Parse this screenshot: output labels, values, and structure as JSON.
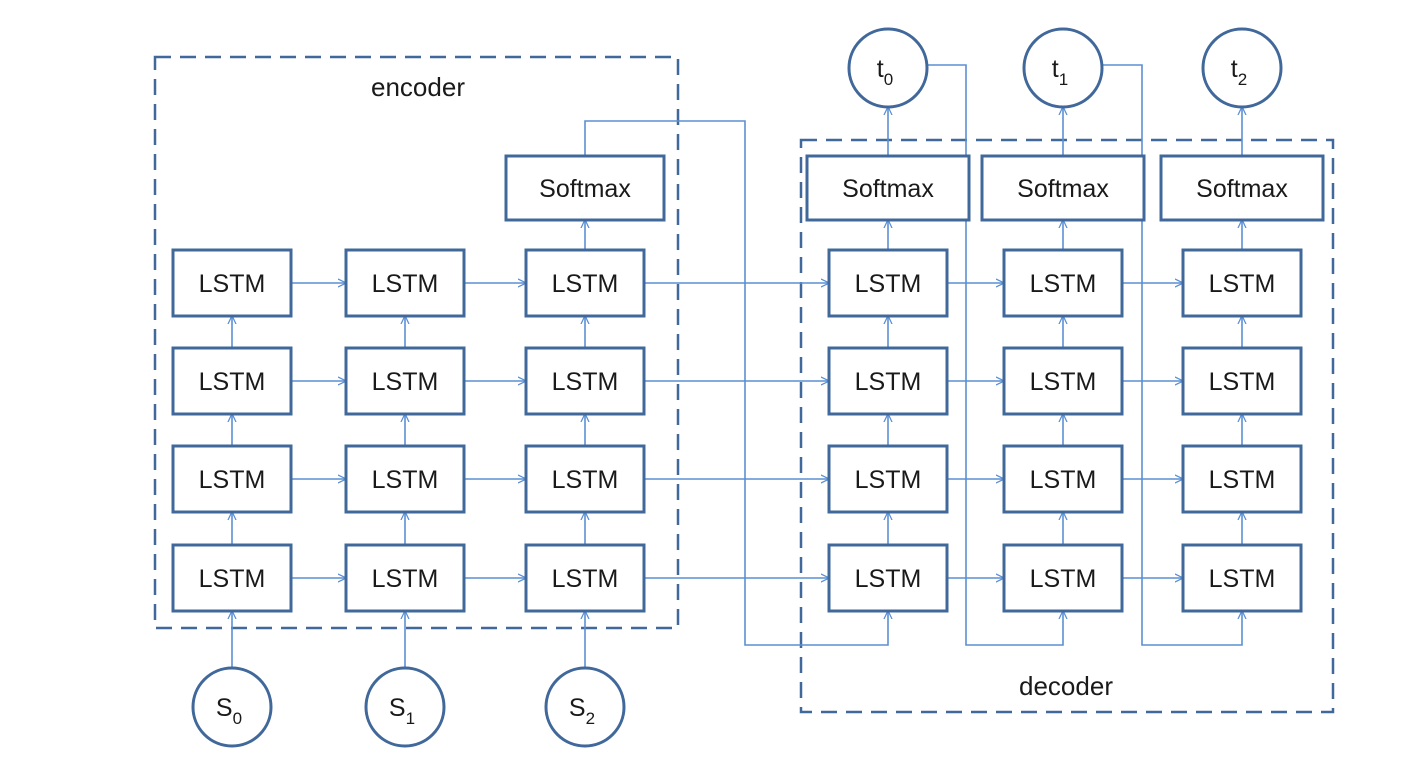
{
  "encoder": {
    "label": "encoder",
    "lstm_label": "LSTM",
    "softmax_label": "Softmax",
    "inputs": [
      {
        "base": "S",
        "sub": "0"
      },
      {
        "base": "S",
        "sub": "1"
      },
      {
        "base": "S",
        "sub": "2"
      }
    ]
  },
  "decoder": {
    "label": "decoder",
    "lstm_label": "LSTM",
    "softmax_label": "Softmax",
    "outputs": [
      {
        "base": "t",
        "sub": "0"
      },
      {
        "base": "t",
        "sub": "1"
      },
      {
        "base": "t",
        "sub": "2"
      }
    ]
  },
  "colors": {
    "box_stroke": "#41689a",
    "arrow": "#5b8fd4",
    "dashed": "#41689a"
  }
}
